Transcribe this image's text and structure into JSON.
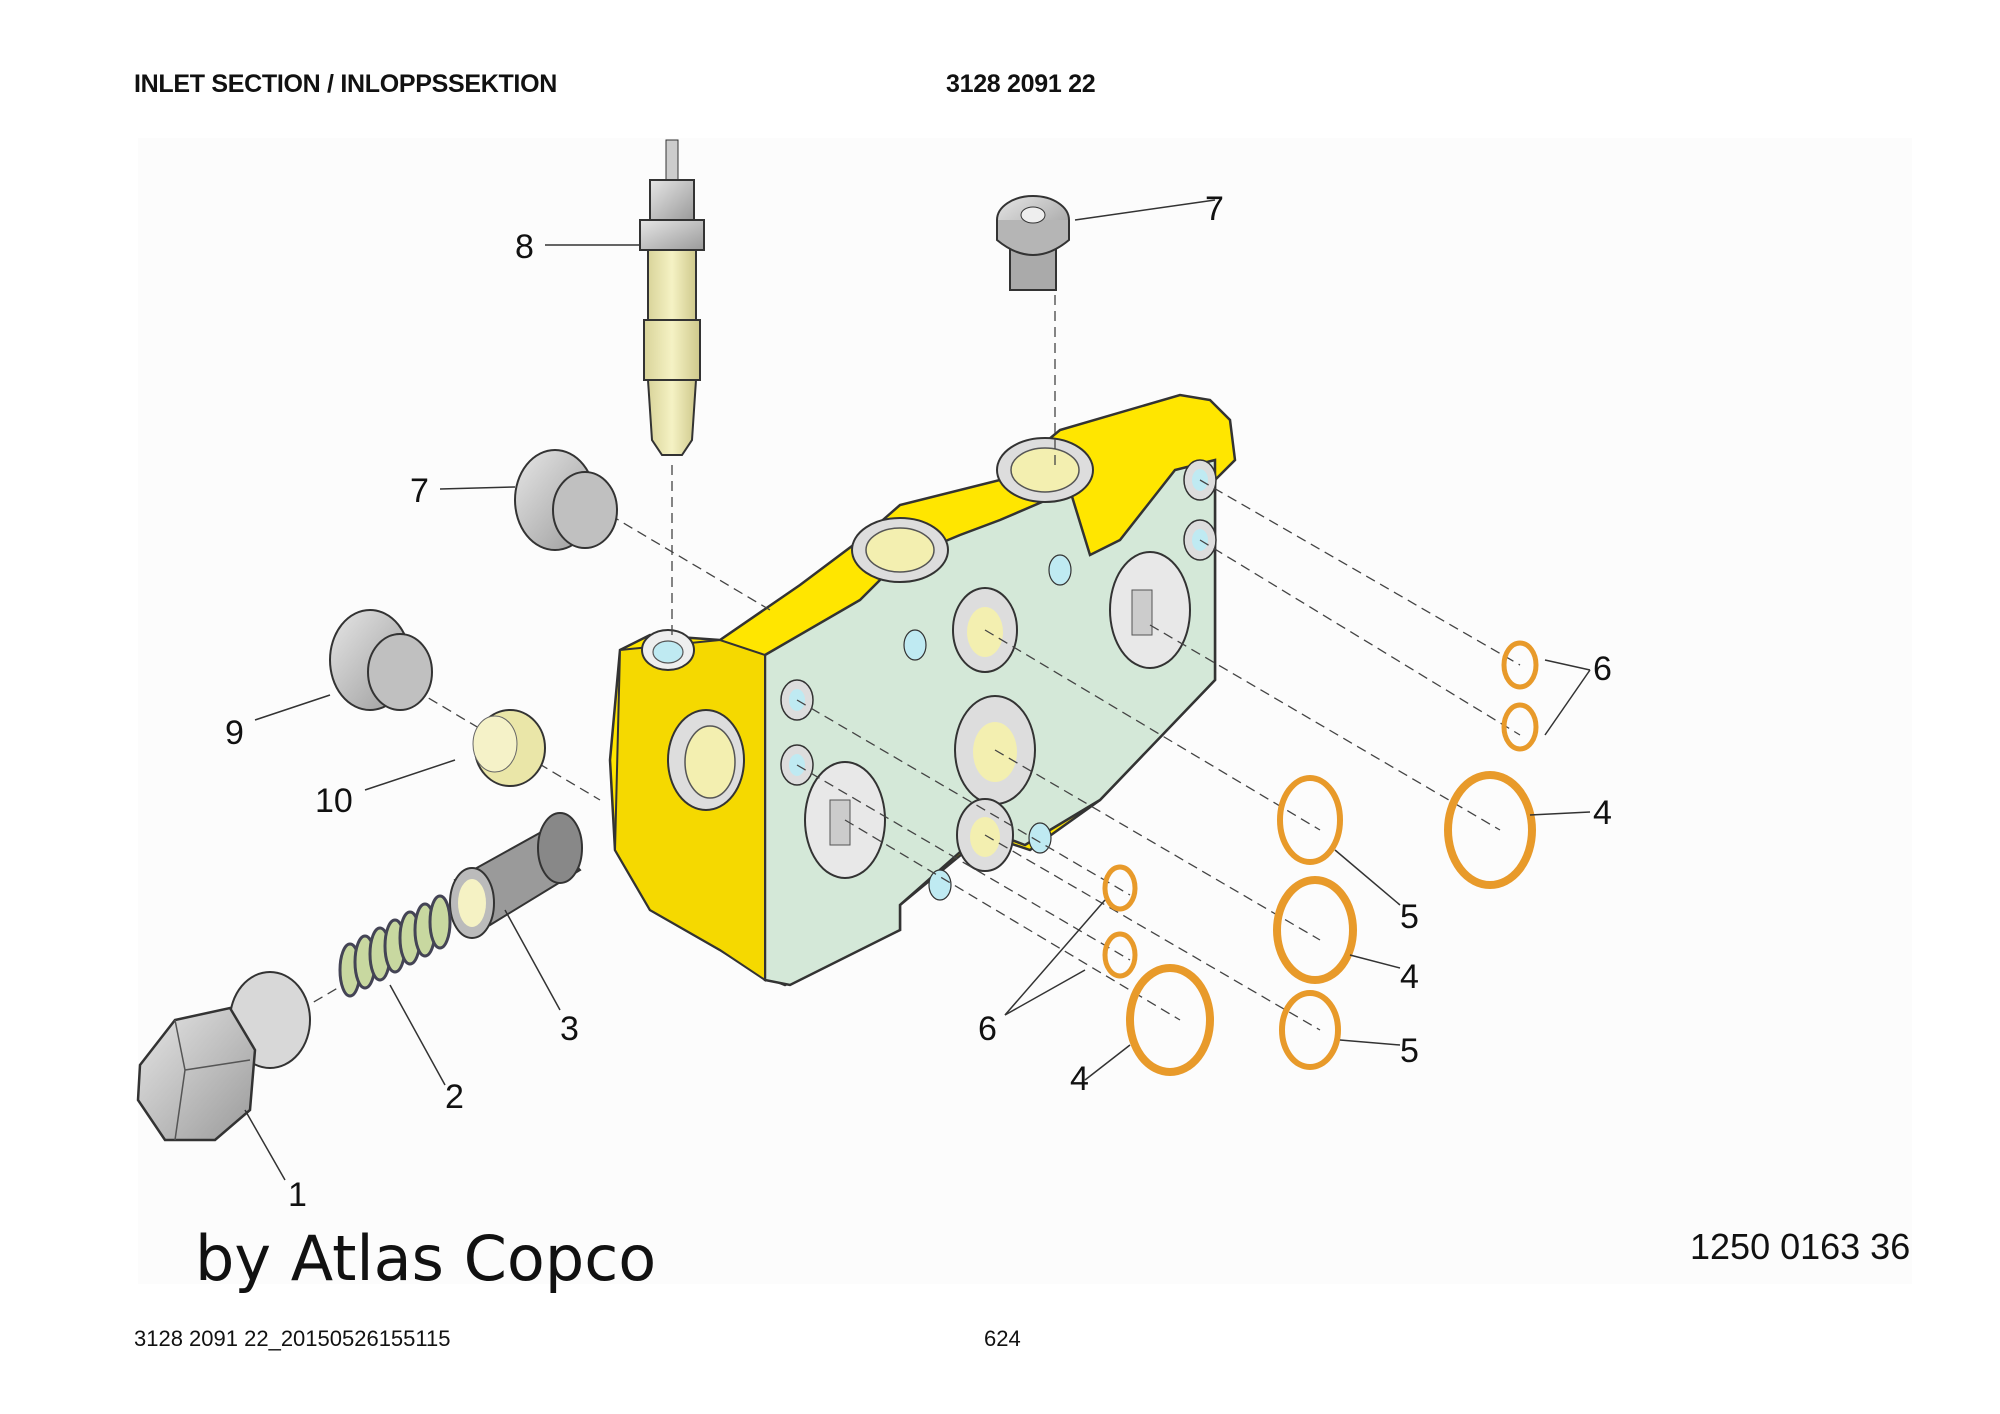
{
  "header": {
    "title": "INLET SECTION / INLOPPSSEKTION",
    "document_number": "3128 2091 22"
  },
  "figure": {
    "illustration_number": "1250 0163 36",
    "watermark": "by Atlas Copco",
    "colors": {
      "housing": "#ffe600",
      "face": "#d4e8d8",
      "port_blue": "#bfeaf2",
      "thread": "#f3efb0",
      "seal_ring": "#f0a030",
      "metal_part": "#bfbfbf"
    },
    "callouts": [
      {
        "id": "1",
        "part": "plug (hex)"
      },
      {
        "id": "2",
        "part": "spring"
      },
      {
        "id": "3",
        "part": "valve sleeve"
      },
      {
        "id": "4",
        "part": "seal ring (large)"
      },
      {
        "id": "5",
        "part": "seal ring (medium)"
      },
      {
        "id": "6",
        "part": "seal ring (small)"
      },
      {
        "id": "7",
        "part": "plug"
      },
      {
        "id": "8",
        "part": "sensor"
      },
      {
        "id": "9",
        "part": "plug"
      },
      {
        "id": "10",
        "part": "insert"
      }
    ]
  },
  "footer": {
    "file_stamp": "3128 2091 22_20150526155115",
    "page_number": "624"
  }
}
